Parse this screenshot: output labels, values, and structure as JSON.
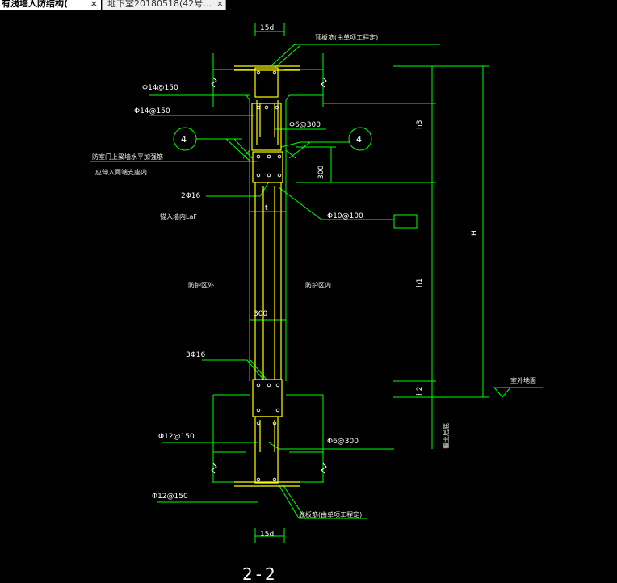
{
  "tabs": [
    {
      "label": "有浅墙人防结构(",
      "close": "×"
    },
    {
      "label": "地下室20180518(42号…",
      "close": "×"
    }
  ],
  "drawing": {
    "title": "2-2",
    "labels": {
      "dim_15d_top": "15d",
      "top_bar_note": "顶板筋(由单项工程定)",
      "rebar_14_150_a": "Φ14@150",
      "rebar_14_150_b": "Φ14@150",
      "rebar_6_300_top": "Φ6@300",
      "section_mark_left": "4",
      "section_mark_right": "4",
      "door_note_1": "防室门上梁墙水平加强筋",
      "door_note_2": "应伸入两端支座内",
      "dim_300_vert": "300",
      "bars_2_16": "2Φ16",
      "anchor_note": "锚入墙内LaF",
      "dim_t": "t",
      "rebar_10_100": "Φ10@100",
      "outside_zone": "防护区外",
      "inside_zone": "防护区内",
      "dim_300_wall": "300",
      "bars_3_16": "3Φ16",
      "rebar_12_150_a": "Φ12@150",
      "rebar_6_300_bottom": "Φ6@300",
      "rebar_12_150_b": "Φ12@150",
      "bottom_bar_note": "底板筋(由单项工程定)",
      "dim_15d_bottom": "15d",
      "h3": "h3",
      "H": "H",
      "h1": "h1",
      "h2": "h2",
      "ground_label": "室外地面",
      "floor_note": "覆土层底"
    }
  },
  "colors": {
    "green": "#00ff00",
    "yellow": "#ffff00",
    "white": "#ffffff",
    "background": "#000000"
  }
}
